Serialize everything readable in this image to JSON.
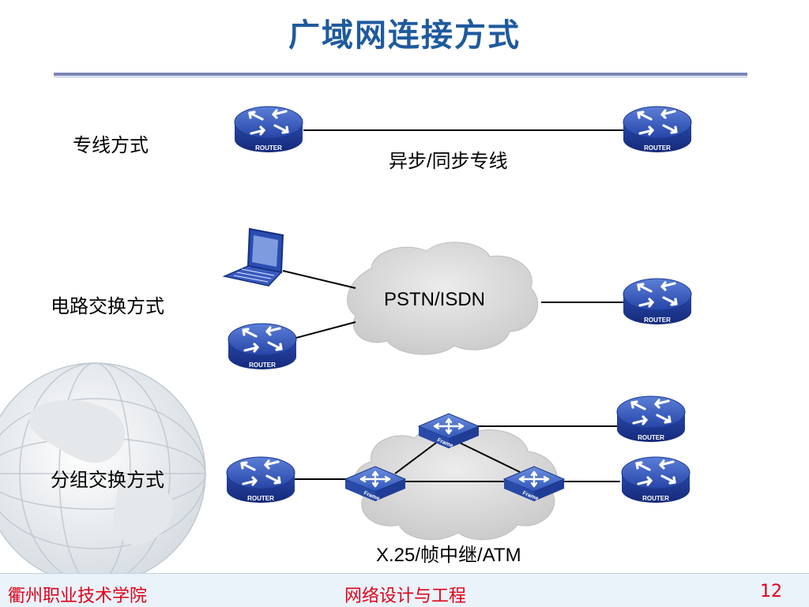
{
  "slide": {
    "title": "广域网连接方式",
    "page_number": "12"
  },
  "rows": [
    {
      "label": "专线方式",
      "link_label": "异步/同步专线"
    },
    {
      "label": "电路交换方式",
      "network_label": "PSTN/ISDN"
    },
    {
      "label": "分组交换方式",
      "network_label": "X.25/帧中继/ATM"
    }
  ],
  "devices": {
    "router_text": "ROUTER",
    "switch_text": "Frame"
  },
  "footer": {
    "institution": "衢州职业技术学院",
    "course": "网络设计与工程"
  },
  "colors": {
    "title": "#1f5a9e",
    "footer_text": "#e0001a",
    "device_blue": "#2b4fb0",
    "cloud": "#d9d9d9"
  }
}
